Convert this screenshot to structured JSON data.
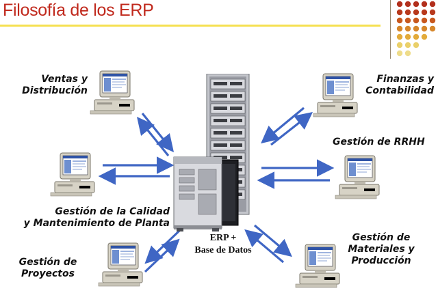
{
  "title": "Filosofía de los ERP",
  "center": {
    "line1": "ERP +",
    "line2": "Base de Datos"
  },
  "nodes": {
    "ventas": {
      "line1": "Ventas y",
      "line2": "Distribución"
    },
    "finanzas": {
      "line1": "Finanzas y",
      "line2": "Contabilidad"
    },
    "rrhh": {
      "line1": "Gestión de RRHH"
    },
    "calidad": {
      "line1": "Gestión de la Calidad",
      "line2": "y Mantenimiento de Planta"
    },
    "proyectos": {
      "line1": "Gestión de",
      "line2": "Proyectos"
    },
    "materiales": {
      "line1": "Gestión de",
      "line2": "Materiales y",
      "line3": "Producción"
    }
  },
  "colors": {
    "title": "#c0281c",
    "rule": "#f5e050",
    "arrow": "#3f66c4"
  }
}
